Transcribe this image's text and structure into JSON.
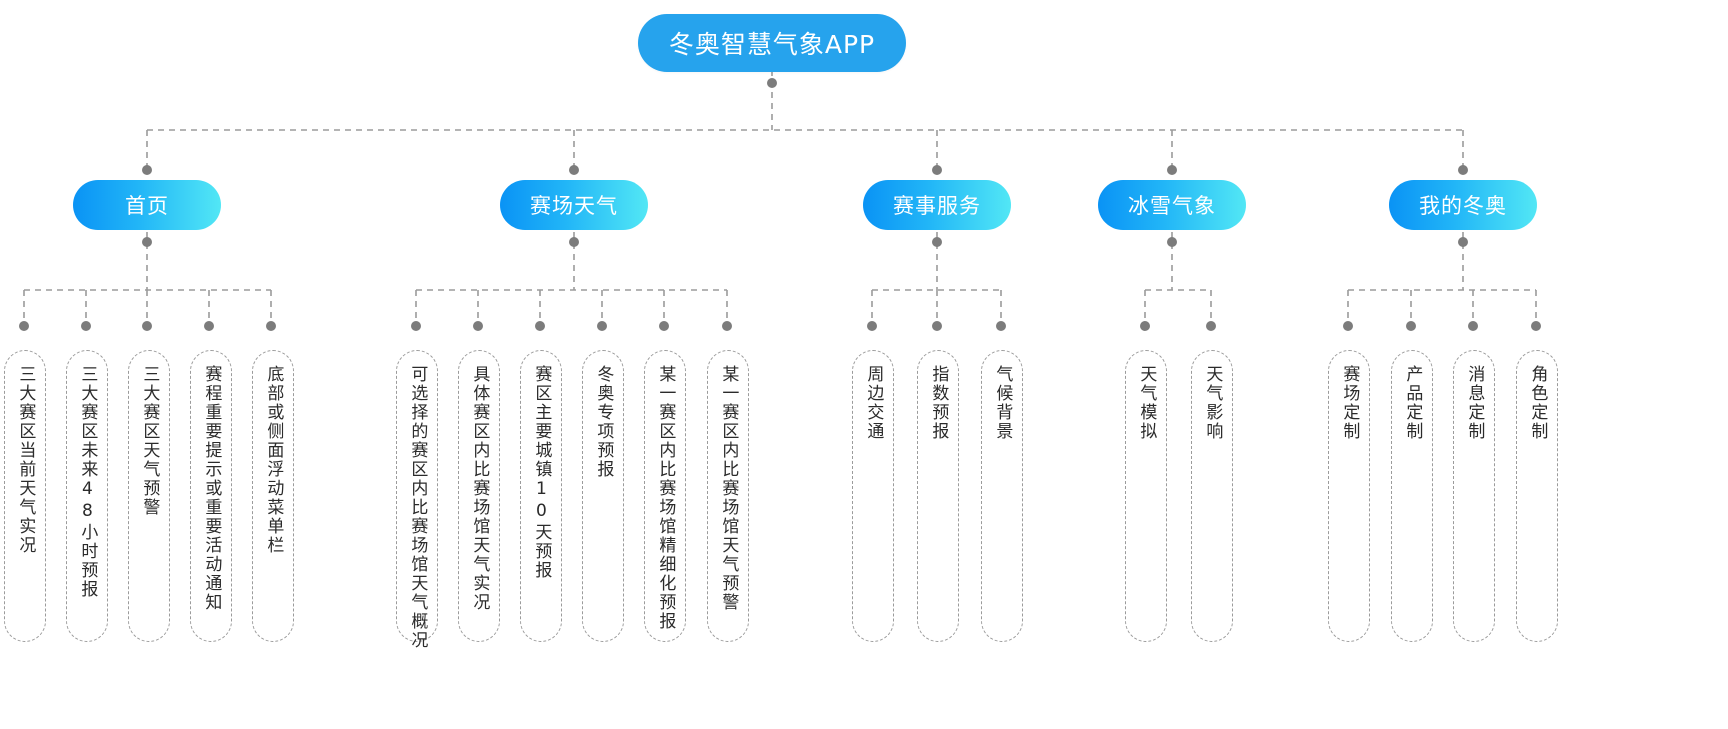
{
  "diagram": {
    "title": "冬奥智慧气象APP",
    "type": "tree",
    "colors": {
      "root_fill": "#26a3ed",
      "branch_gradient_start": "#0a93f5",
      "branch_gradient_end": "#52e7f5",
      "connector": "#9b9b9b",
      "leaf_text": "#2b2b2b",
      "node_text": "#ffffff"
    },
    "branches": [
      {
        "label": "首页",
        "leaves": [
          "三大赛区当前天气实况",
          "三大赛区未来48小时预报",
          "三大赛区天气预警",
          "赛程重要提示或重要活动通知",
          "底部或侧面浮动菜单栏"
        ]
      },
      {
        "label": "赛场天气",
        "leaves": [
          "可选择的赛区内比赛场馆天气概况",
          "具体赛区内比赛场馆天气实况",
          "赛区主要城镇10天预报",
          "冬奥专项预报",
          "某一赛区内比赛场馆精细化预报",
          "某一赛区内比赛场馆天气预警"
        ]
      },
      {
        "label": "赛事服务",
        "leaves": [
          "周边交通",
          "指数预报",
          "气候背景"
        ]
      },
      {
        "label": "冰雪气象",
        "leaves": [
          "天气模拟",
          "天气影响"
        ]
      },
      {
        "label": "我的冬奥",
        "leaves": [
          "赛场定制",
          "产品定制",
          "消息定制",
          "角色定制"
        ]
      }
    ]
  }
}
